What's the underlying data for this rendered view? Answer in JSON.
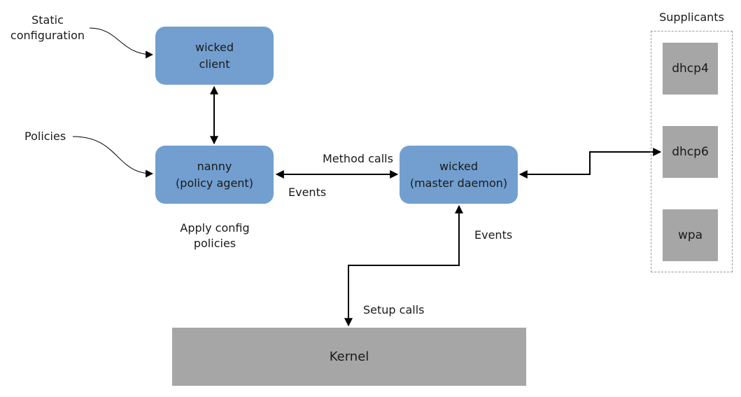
{
  "nodes": {
    "wicked_client": {
      "line1": "wicked",
      "line2": "client"
    },
    "nanny": {
      "line1": "nanny",
      "line2": "(policy agent)"
    },
    "master_daemon": {
      "line1": "wicked",
      "line2": "(master daemon)"
    },
    "kernel": {
      "label": "Kernel"
    }
  },
  "supplicants": {
    "title": "Supplicants",
    "items": [
      "dhcp4",
      "dhcp6",
      "wpa"
    ]
  },
  "inputs": {
    "static_configuration": {
      "line1": "Static",
      "line2": "configuration"
    },
    "policies": "Policies"
  },
  "edge_labels": {
    "method_calls": "Method calls",
    "events_nanny": "Events",
    "events_kernel": "Events",
    "setup_calls": "Setup calls"
  },
  "notes": {
    "apply_config": {
      "line1": "Apply config",
      "line2": "policies"
    }
  },
  "colors": {
    "node_blue": "#729fcf",
    "node_gray": "#a6a6a7",
    "edge": "#000000",
    "group_border": "#9a9a9a"
  }
}
